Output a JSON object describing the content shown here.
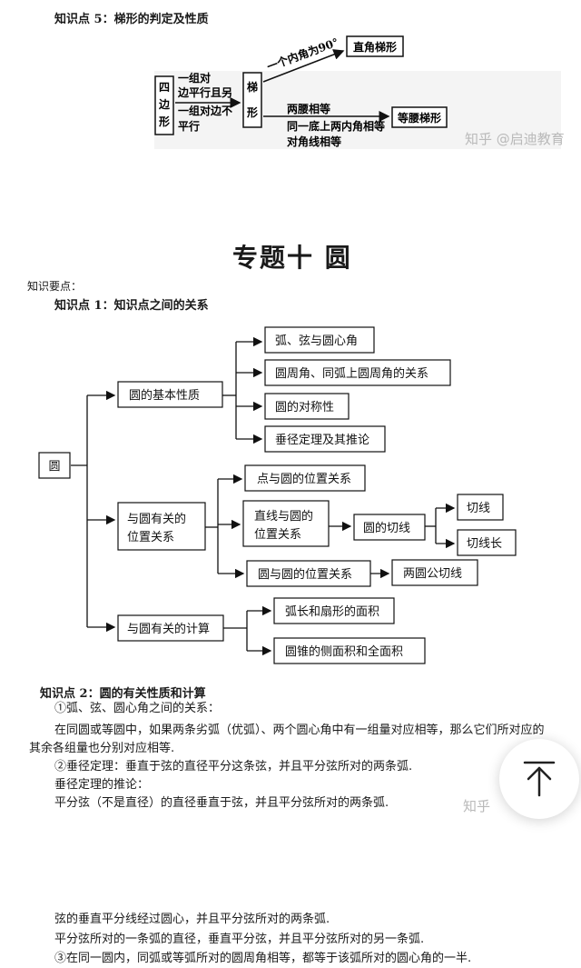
{
  "top_section": {
    "heading": "知识点 5：梯形的判定及性质",
    "diagram": {
      "quad_label": "四边形",
      "cond_1": "一组对",
      "cond_2": "边平行且另",
      "cond_3": "一组对边不",
      "cond_4": "平行",
      "trap_label": "梯形",
      "angle_label": "一个内角为90°",
      "right_trap": "直角梯形",
      "iso_cond_1": "两腰相等",
      "iso_cond_2": "同一底上两内角相等",
      "iso_cond_3": "对角线相等",
      "iso_trap": "等腰梯形"
    },
    "watermark": "知乎 @启迪教育"
  },
  "chapter_title": "专题十  圆",
  "points_label": "知识要点：",
  "kp1": {
    "heading": "知识点 1：知识点之间的关系",
    "root": "圆",
    "basic": "圆的基本性质",
    "basic_children": [
      "弧、弦与圆心角",
      "圆周角、同弧上圆周角的关系",
      "圆的对称性",
      "垂径定理及其推论"
    ],
    "position": "与圆有关的位置关系",
    "pos_point": "点与圆的位置关系",
    "pos_line": "直线与圆的位置关系",
    "tangent": "圆的切线",
    "tangent_children": [
      "切线",
      "切线长"
    ],
    "pos_circle": "圆与圆的位置关系",
    "common_tangent": "两圆公切线",
    "calc": "与圆有关的计算",
    "calc_children": [
      "弧长和扇形的面积",
      "圆锥的侧面积和全面积"
    ]
  },
  "kp2": {
    "heading": "知识点 2：圆的有关性质和计算",
    "lines": [
      "①弧、弦、圆心角之间的关系：",
      "在同圆或等圆中，如果两条劣弧（优弧）、两个圆心角中有一组量对应相等，那么它们所对应的",
      "其余各组量也分别对应相等.",
      "②垂径定理：垂直于弦的直径平分这条弦，并且平分弦所对的两条弧.",
      "垂径定理的推论：",
      "平分弦（不是直径）的直径垂直于弦，并且平分弦所对的两条弧."
    ],
    "watermark": "知乎"
  },
  "bottom_lines": [
    "弦的垂直平分线经过圆心，并且平分弦所对的两条弧.",
    "平分弦所对的一条弧的直径，垂直平分弦，并且平分弦所对的另一条弧.",
    "③在同一圆内，同弧或等弧所对的圆周角相等，都等于该弧所对的圆心角的一半."
  ],
  "back_to_top_icon": "arrow-up-to-top-icon"
}
